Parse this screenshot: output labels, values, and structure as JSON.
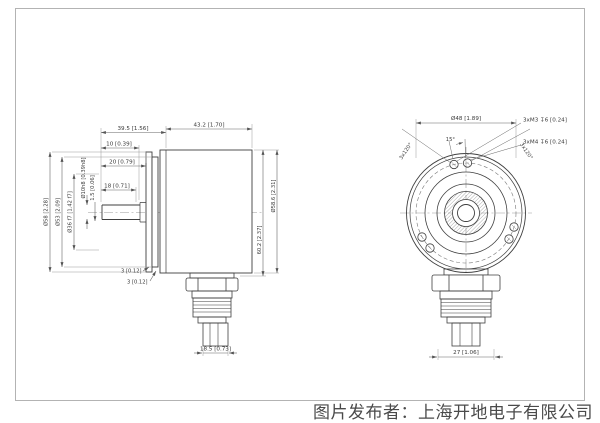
{
  "caption": "图片发布者：上海开地电子有限公司",
  "colors": {
    "panel_border": "#b3b3b3",
    "geometry_line": "#3f3f3f",
    "dimension_line": "#666666",
    "dimension_text": "#3a3a3a",
    "caption_text": "#4a4a4a"
  },
  "side_view": {
    "title": "encoder-side-view",
    "dims": {
      "d43_2": "43.2 [1.70]",
      "d39_5": "39.5 [1.56]",
      "d10": "10 [0.39]",
      "d20": "20 [0.79]",
      "d18": "18 [0.71]",
      "dia58": "Ø58 [2.28]",
      "dia53": "Ø53 [2.09]",
      "dia36": "Ø36 f7 [1.42 f7]",
      "dia10h8": "Ø10h8 [0.39h8]",
      "step1_5": "1.5 [0.06]",
      "plate_a": "3 [0.12]",
      "plate_b": "3 [0.12]",
      "h60_2": "60.2 [2.37]",
      "dia58_6": "Ø58.6 [2.31]",
      "gland18_5": "18.5 [0.73]"
    }
  },
  "front_view": {
    "title": "encoder-front-view",
    "dims": {
      "bolt48": "Ø48 [1.89]",
      "m3": "3xM3 ↧6 [0.24]",
      "m4": "3xM4 ↧6 [0.24]",
      "a15": "15°",
      "a120_left": "3x120°",
      "a120_right": "3x120°",
      "w27": "27 [1.06]"
    }
  }
}
